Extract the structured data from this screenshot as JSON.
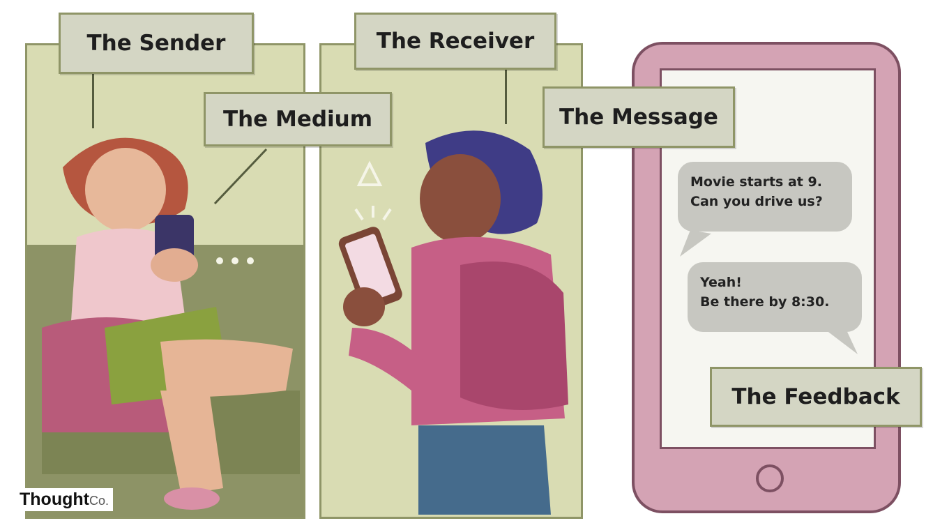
{
  "labels": {
    "sender": "The Sender",
    "receiver": "The Receiver",
    "medium": "The Medium",
    "message": "The Message",
    "feedback": "The Feedback"
  },
  "messages": [
    {
      "lines": [
        "Movie starts at 9.",
        "Can you drive us?"
      ]
    },
    {
      "lines": [
        "Yeah!",
        "Be there by 8:30."
      ]
    }
  ],
  "logo": {
    "main": "Thought",
    "suffix": "Co."
  },
  "colors": {
    "panel_bg": "#d9dcb3",
    "panel_border": "#8f9567",
    "phone_pink": "#d4a3b4",
    "bubble_gray": "#c7c7c1"
  }
}
